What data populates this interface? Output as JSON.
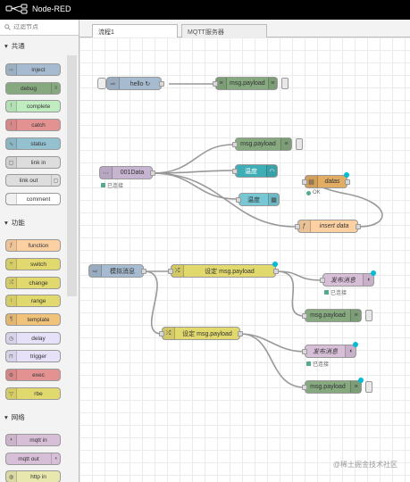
{
  "app": {
    "title": "Node-RED"
  },
  "palette": {
    "filter_placeholder": "过滤节点",
    "sections": [
      {
        "label": "共通",
        "items": [
          "inject",
          "debug",
          "complete",
          "catch",
          "status",
          "link in",
          "link out",
          "comment"
        ]
      },
      {
        "label": "功能",
        "items": [
          "function",
          "switch",
          "change",
          "range",
          "template",
          "delay",
          "trigger",
          "exec",
          "rbe"
        ]
      },
      {
        "label": "网络",
        "items": [
          "mqtt in",
          "mqtt out",
          "http in"
        ]
      }
    ]
  },
  "tabs": [
    "流程1",
    "MQTT服务器"
  ],
  "flow": {
    "nodes": {
      "inject_hello": "hello ↻",
      "debug_top": "msg.payload",
      "serial_in": "001Data",
      "serial_status": "已连接",
      "debug_mid": "msg.payload",
      "gauge": "温度",
      "chart": "温度",
      "mysql": "datas",
      "mysql_status": "OK",
      "func_insert": "insert data",
      "inject_sim": "模拟消息",
      "change_top": "设定 msg.payload",
      "mqtt_out_1": "发布消息",
      "mqtt_out_1_status": "已连接",
      "debug_mid2": "msg.payload",
      "change_bottom": "设定 msg.payload",
      "mqtt_out_2": "发布消息",
      "mqtt_out_2_status": "已连接",
      "debug_bottom": "msg.payload"
    }
  },
  "watermark": "@稀土掘金技术社区",
  "colors": {
    "inject": "#a6bbcf",
    "debug": "#87a980",
    "complete": "#c0edc0",
    "catch": "#e49191",
    "status": "#94c1d0",
    "link": "#dddddd",
    "comment": "#ffffff",
    "function": "#fdd0a2",
    "switch": "#e2d96e",
    "mqtt": "#d8bfd8",
    "dashboard": "#3fadb5",
    "ui_chart": "#77c7d5",
    "mysql": "#e2ad63"
  }
}
